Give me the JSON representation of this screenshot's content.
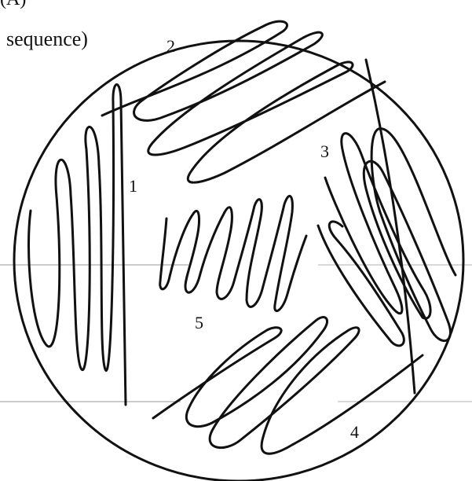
{
  "figure": {
    "caption_fragment": "(A)",
    "caption_text": "sequence)"
  },
  "regions": {
    "labels": [
      "1",
      "2",
      "3",
      "4",
      "5"
    ]
  }
}
